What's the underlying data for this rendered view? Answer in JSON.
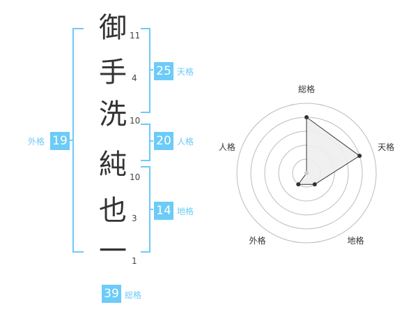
{
  "name": {
    "chars": [
      {
        "char": "御",
        "strokes": "11"
      },
      {
        "char": "手",
        "strokes": "4"
      },
      {
        "char": "洗",
        "strokes": "10"
      },
      {
        "char": "純",
        "strokes": "10"
      },
      {
        "char": "也",
        "strokes": "3"
      },
      {
        "char": "一",
        "strokes": "1"
      }
    ]
  },
  "kakusu": {
    "tenkaku": {
      "value": "25",
      "label": "天格"
    },
    "jinkaku": {
      "value": "20",
      "label": "人格"
    },
    "chikaku": {
      "value": "14",
      "label": "地格"
    },
    "gaikaku": {
      "value": "19",
      "label": "外格"
    },
    "soukaku": {
      "value": "39",
      "label": "総格"
    }
  },
  "radar": {
    "axes": [
      "総格",
      "天格",
      "地格",
      "外格",
      "人格"
    ],
    "values": [
      4,
      4,
      1,
      1,
      0
    ],
    "max": 5,
    "colors": {
      "fill": "#eeeeee",
      "line": "#333333",
      "ring": "#bbbbbb",
      "center": "#cccccc"
    }
  },
  "colors": {
    "accent": "#6ccbf7"
  }
}
